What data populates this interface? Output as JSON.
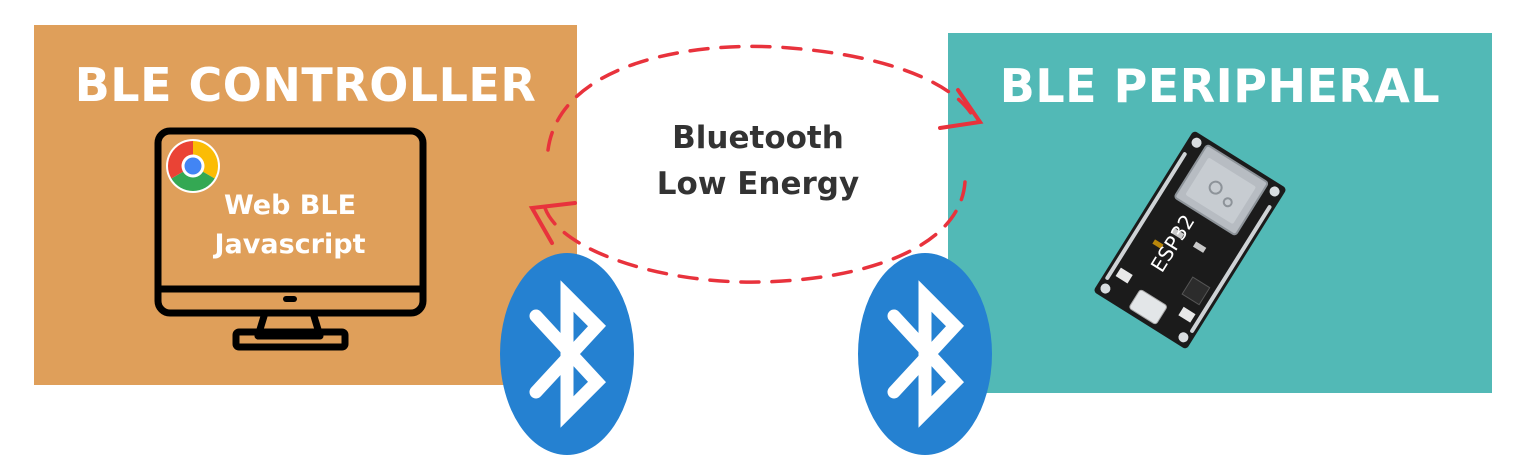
{
  "controller": {
    "title": "BLE CONTROLLER",
    "monitor_line1": "Web BLE",
    "monitor_line2": "Javascript",
    "color": "#df9f5a"
  },
  "peripheral": {
    "title": "BLE PERIPHERAL",
    "board_label": "ESP32",
    "color": "#52b9b6"
  },
  "link": {
    "line1": "Bluetooth",
    "line2": "Low Energy",
    "color": "#e8323c"
  },
  "icons": {
    "bluetooth_color": "#2581d1",
    "monitor": "monitor-icon",
    "browser": "chrome-icon",
    "bluetooth": "bluetooth-icon",
    "board": "esp32-board"
  }
}
